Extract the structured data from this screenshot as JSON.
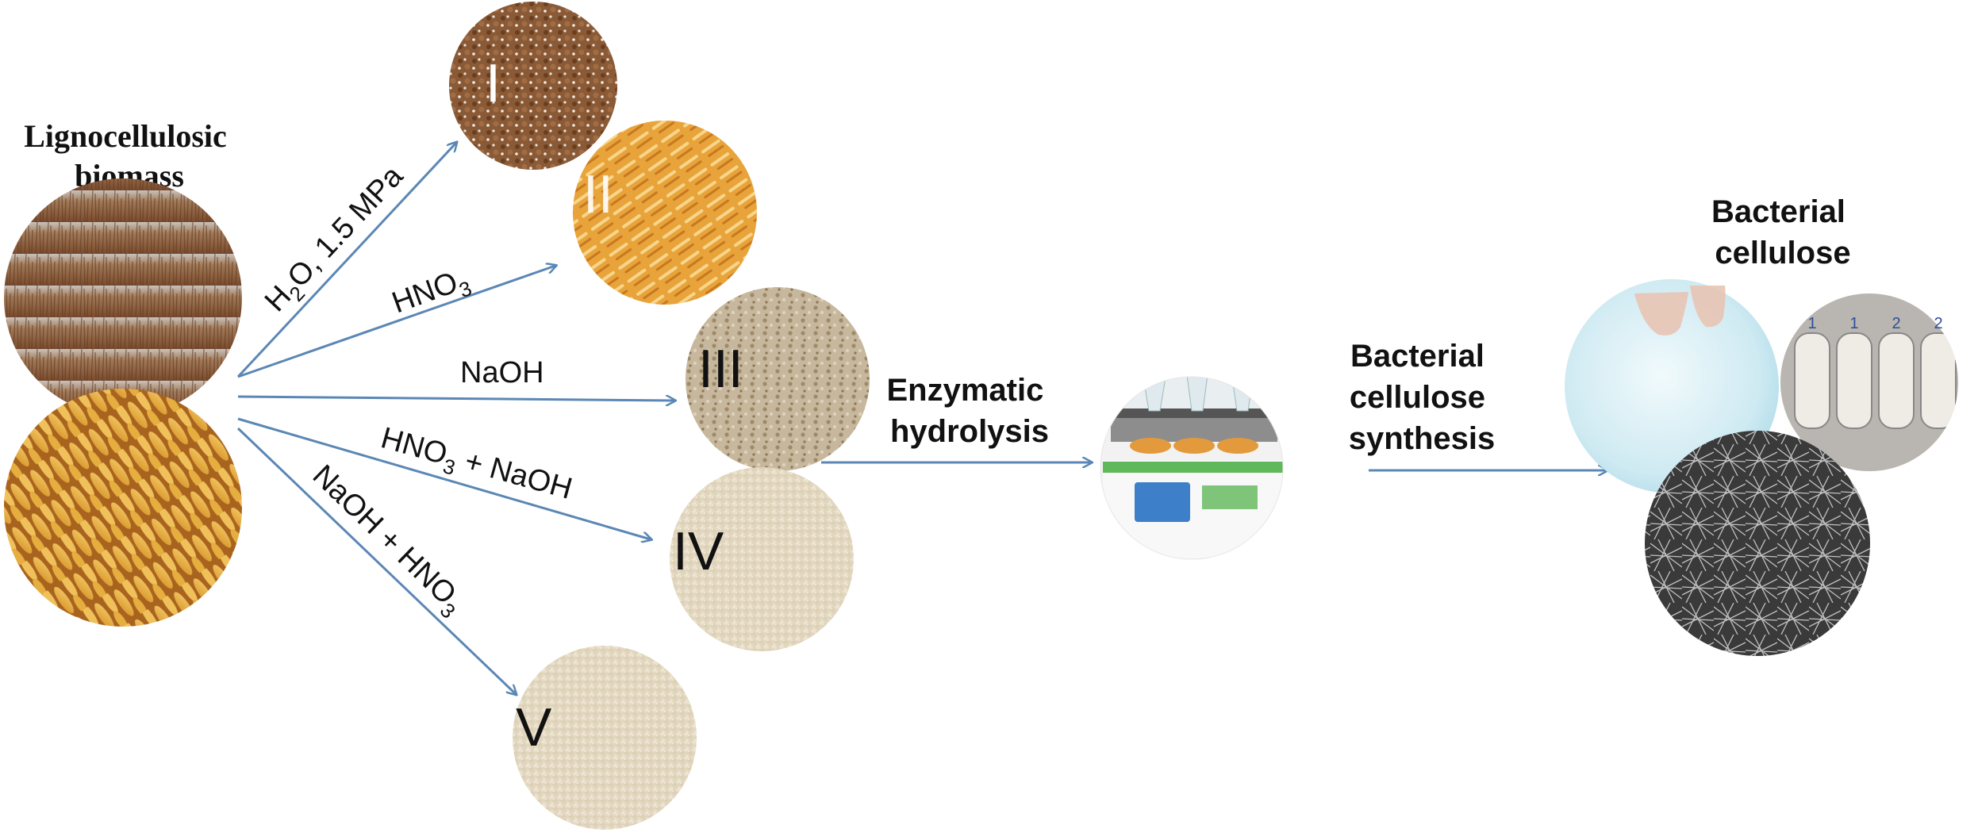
{
  "source": {
    "title_line1": "Lignocellulosic",
    "title_line2": "biomass"
  },
  "pathways": [
    {
      "label": "H",
      "sub": "2",
      "label_tail": "O, 1.5 MPa",
      "numeral": "I"
    },
    {
      "label": "HNO",
      "sub": "3",
      "label_tail": "",
      "numeral": "II"
    },
    {
      "label": "NaOH",
      "sub": "",
      "label_tail": "",
      "numeral": "III"
    },
    {
      "label": "HNO",
      "sub": "3",
      "label_tail": " + NaOH",
      "numeral": "IV"
    },
    {
      "label": "NaOH + HNO",
      "sub": "3",
      "label_tail": "",
      "numeral": "V"
    }
  ],
  "steps": {
    "hydrolysis_line1": "Enzymatic",
    "hydrolysis_line2": "hydrolysis",
    "synthesis_line1": "Bacterial",
    "synthesis_line2": "cellulose",
    "synthesis_line3": "synthesis"
  },
  "product": {
    "title_line1": "Bacterial",
    "title_line2": "cellulose",
    "tray_labels": [
      "1",
      "1",
      "2",
      "2"
    ]
  },
  "colors": {
    "arrow": "#5b87b5",
    "text": "#111111"
  },
  "icons": {
    "grass_photo": "miscanthus-field-photo",
    "oat_photo": "oat-hulls-photo",
    "shaker": "orbital-shaker-photo",
    "gel": "bacterial-cellulose-gel-photo",
    "tray": "sample-tray-photo",
    "sem": "sem-fibers-photo"
  }
}
